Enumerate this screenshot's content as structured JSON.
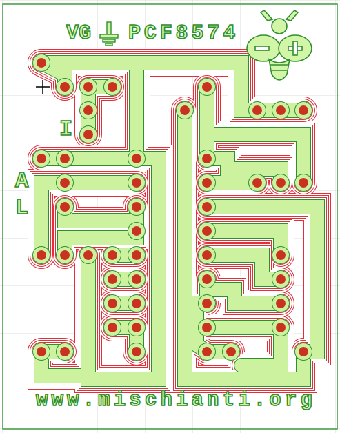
{
  "diagram": {
    "labels": [
      "VG",
      "PCF8574",
      "I",
      "A",
      "L",
      "www.mischianti.org"
    ]
  }
}
